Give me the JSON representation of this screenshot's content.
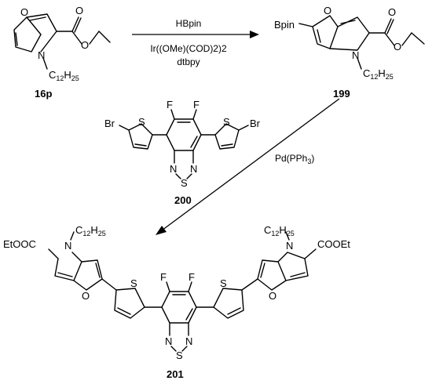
{
  "compounds": [
    {
      "id": "16p",
      "label": "16p"
    },
    {
      "id": "199",
      "label": "199"
    },
    {
      "id": "200",
      "label": "200"
    },
    {
      "id": "201",
      "label": "201"
    }
  ],
  "step1": {
    "reagent": "HBpin",
    "catalyst": "Ir((OMe)(COD)2)2",
    "ligand": "dtbpy"
  },
  "step2": {
    "catalyst_main": "Pd(PPh",
    "catalyst_sub": "3",
    "catalyst_close": ")"
  },
  "atoms": {
    "O": "O",
    "N": "N",
    "S": "S",
    "F": "F",
    "Br": "Br",
    "Bpin": "Bpin",
    "C": "C",
    "H": "H",
    "alkyl_c": "12",
    "alkyl_h": "25",
    "ester": "COOEt",
    "ester_left": "EtOOC"
  }
}
